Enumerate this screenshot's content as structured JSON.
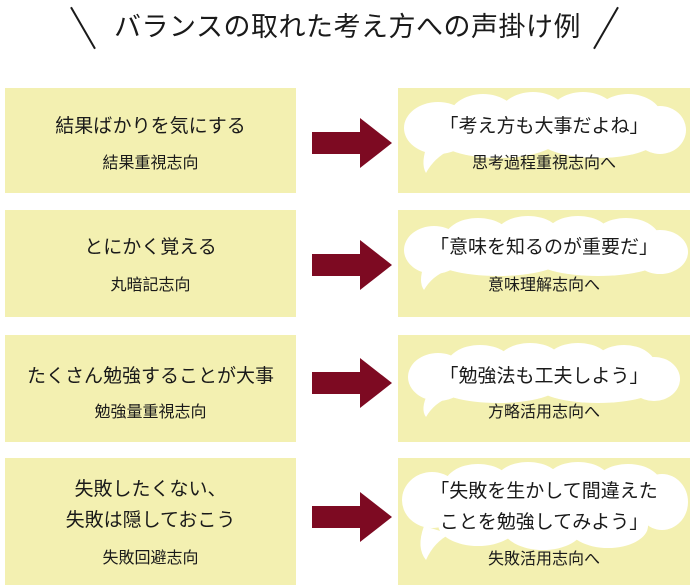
{
  "title": "バランスの取れた考え方への声掛け例",
  "colors": {
    "box_fill": "#f3f0b1",
    "arrow_fill": "#7d0a22",
    "cloud_fill": "#ffffff",
    "text": "#1a1a1a"
  },
  "rows": [
    {
      "before_main": [
        "結果ばかりを気にする"
      ],
      "before_label": "結果重視志向",
      "after_quote": [
        "「考え方も大事だよね」"
      ],
      "after_label": "思考過程重視志向へ"
    },
    {
      "before_main": [
        "とにかく覚える"
      ],
      "before_label": "丸暗記志向",
      "after_quote": [
        "「意味を知るのが重要だ」"
      ],
      "after_label": "意味理解志向へ"
    },
    {
      "before_main": [
        "たくさん勉強することが大事"
      ],
      "before_label": "勉強量重視志向",
      "after_quote": [
        "「勉強法も工夫しよう」"
      ],
      "after_label": "方略活用志向へ"
    },
    {
      "before_main": [
        "失敗したくない、",
        "失敗は隠しておこう"
      ],
      "before_label": "失敗回避志向",
      "after_quote": [
        "「失敗を生かして間違えた",
        "ことを勉強してみよう」"
      ],
      "after_label": "失敗活用志向へ"
    }
  ]
}
